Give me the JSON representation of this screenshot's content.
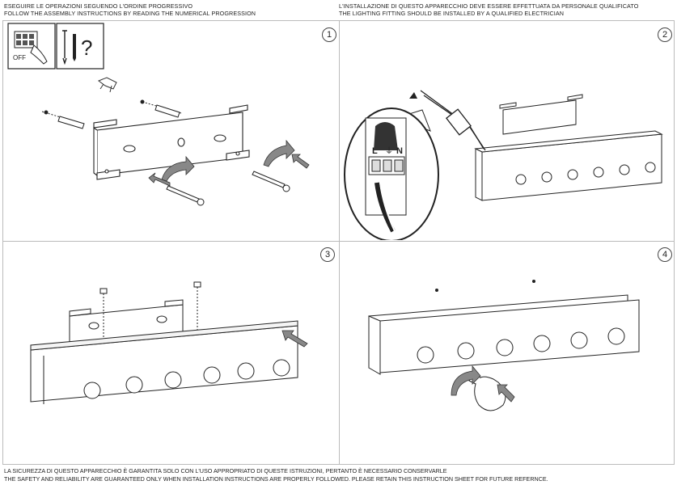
{
  "header": {
    "left_it": "ESEGUIRE LE OPERAZIONI SEGUENDO L'ORDINE PROGRESSIVO",
    "left_en": "FOLLOW THE ASSEMBLY INSTRUCTIONS BY READING THE NUMERICAL PROGRESSION",
    "right_it": "L'INSTALLAZIONE DI QUESTO APPARECCHIO DEVE ESSERE EFFETTUATA DA PERSONALE QUALIFICATO",
    "right_en": "THE LIGHTING FITTING SHOULD BE INSTALLED BY A QUALIFIED ELECTRICIAN"
  },
  "footer": {
    "it": "LA SICUREZZA DI QUESTO APPARECCHIO È GARANTITA SOLO CON L'USO APPROPRIATO DI QUESTE ISTRUZIONI, PERTANTO È NECESSARIO CONSERVARLE",
    "en": "THE SAFETY AND RELIABILITY ARE GUARANTEED ONLY WHEN INSTALLATION INSTRUCTIONS ARE PROPERLY FOLLOWED. PLEASE RETAIN THIS INSTRUCTION SHEET FOR FUTURE REFERNCE."
  },
  "steps": [
    {
      "number": "1"
    },
    {
      "number": "2"
    },
    {
      "number": "3"
    },
    {
      "number": "4"
    }
  ],
  "icons": {
    "switch_off_label": "OFF",
    "question_mark": "?",
    "terminal_L": "L",
    "terminal_N": "N",
    "ground_symbol": "⏚"
  }
}
